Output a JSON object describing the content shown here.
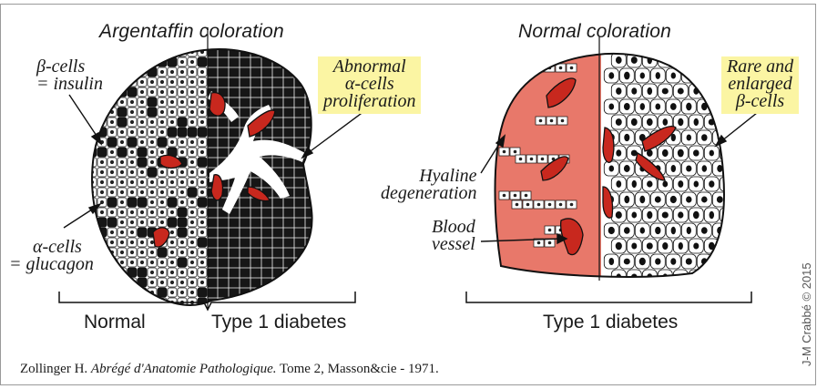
{
  "left_panel": {
    "title": "Argentaffin coloration",
    "beta_label": [
      "β-cells",
      "= insulin"
    ],
    "alpha_label": [
      "α-cells",
      "= glucagon"
    ],
    "abnormal_label": [
      "Abnormal",
      "α-cells",
      "proliferation"
    ],
    "caption_normal": "Normal",
    "caption_type1": "Type 1 diabetes"
  },
  "right_panel": {
    "title": "Normal coloration",
    "rare_label": [
      "Rare and",
      "enlarged",
      "β-cells"
    ],
    "hyaline_label": [
      "Hyaline",
      "degeneration"
    ],
    "vessel_label": [
      "Blood",
      "vessel"
    ],
    "caption_type1": "Type 1 diabetes"
  },
  "citation": {
    "before": "Zollinger H. ",
    "title": "Abrégé d'Anatomie Pathologique.",
    "after": " Tome 2, Masson&cie - 1971."
  },
  "copyright": "J-M Crabbé © 2015",
  "colors": {
    "highlight": "#fbf5a3",
    "hyaline_red": "#e8786a",
    "vessel_red": "#c8281e",
    "alpha_black": "#161616"
  }
}
